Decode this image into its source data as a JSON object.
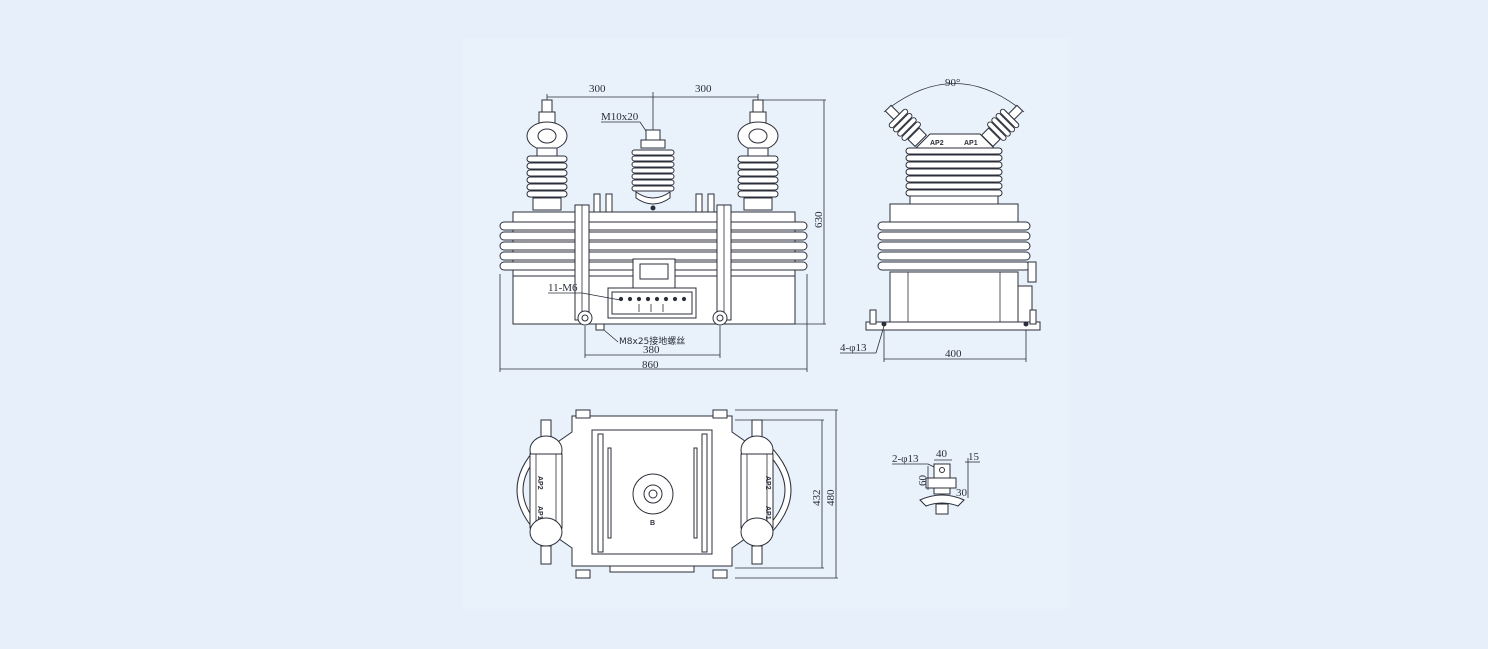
{
  "drawing": {
    "front_view": {
      "dim_top_left": "300",
      "dim_top_right": "300",
      "thread_label": "M10x20",
      "dim_height": "630",
      "terminal_label": "11-M6",
      "ground_label": "M8x25接地螺丝",
      "dim_base_inner": "380",
      "dim_base_total": "860"
    },
    "side_view": {
      "angle_label": "90°",
      "terminal_left": "AP2",
      "terminal_right": "AP1",
      "hole_label": "4-φ13",
      "dim_base": "400"
    },
    "top_view": {
      "center_label": "B",
      "dim_inner": "432",
      "dim_outer": "480",
      "left_top": "AP2",
      "left_bottom": "AP1",
      "right_top": "AP2",
      "right_bottom": "AP1"
    },
    "detail_view": {
      "hole_label": "2-φ13",
      "dim_40": "40",
      "dim_15": "15",
      "dim_60": "60",
      "dim_30": "30"
    }
  }
}
